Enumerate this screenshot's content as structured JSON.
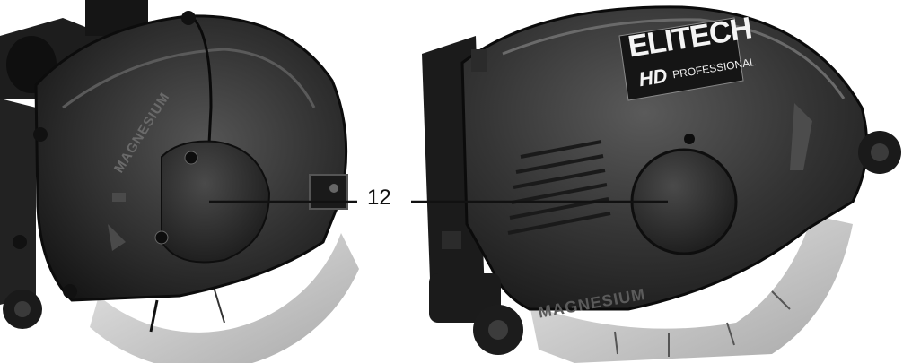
{
  "callout": {
    "label": "12"
  },
  "left_tool": {
    "embossed_text": "MAGNESIUM"
  },
  "right_tool": {
    "brand": "ELITECH",
    "sub_brand": "HD",
    "sub_label": "PROFESSIONAL",
    "embossed_text": "MAGNESIUM"
  },
  "colors": {
    "housing": "#2a2a2a",
    "housing_highlight": "#4a4a4a",
    "blade": "#cfcfcf",
    "background": "#ffffff"
  }
}
